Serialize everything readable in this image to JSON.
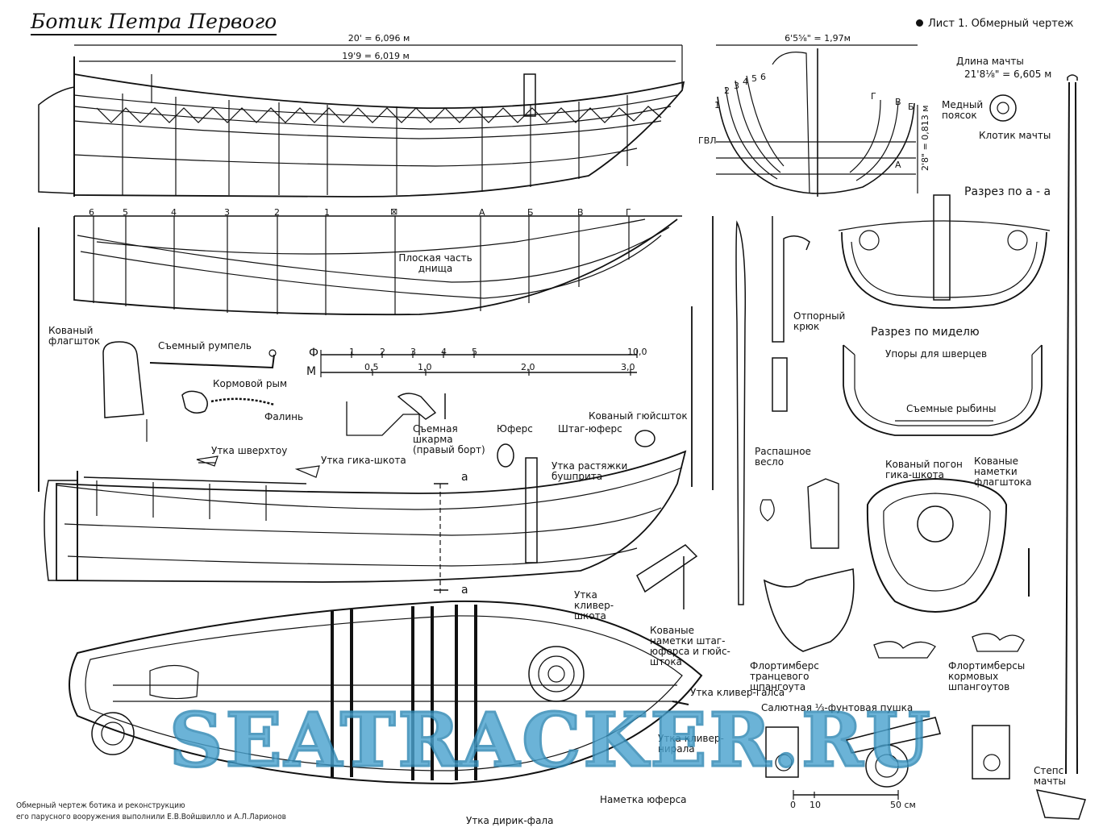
{
  "title": "Ботик Петра Первого",
  "sheet": "Лист 1. Обмерный чертеж",
  "dimensions": {
    "length_overall": "20' = 6,096 м",
    "length_waterline": "19'9 = 6,019 м",
    "beam": "6'5⅝\" = 1,97м",
    "depth": "2'8\" = 0,813 м",
    "mast_length_caption": "Длина мачты",
    "mast_length_value": "21'8⅛\" = 6,605 м",
    "gvl": "ГВЛ"
  },
  "station_marks": [
    "6",
    "5",
    "4",
    "3",
    "2",
    "1",
    "⊠",
    "А",
    "Б",
    "В",
    "Г"
  ],
  "body_plan_marks": [
    "1",
    "2",
    "3",
    "4",
    "5",
    "6",
    "Г",
    "В",
    "Б",
    "А"
  ],
  "scales": {
    "feet_label": "Ф",
    "meters_label": "М",
    "feet_ticks": [
      "1",
      "2",
      "3",
      "4",
      "5",
      "10,0"
    ],
    "meters_ticks": [
      "0,5",
      "1,0",
      "2,0",
      "3,0"
    ],
    "cm_ticks": [
      "0",
      "10",
      "50 см"
    ]
  },
  "labels": {
    "flat_bottom": "Плоская часть днища",
    "forged_flagstaff": "Кованый флагшток",
    "removable_tiller": "Съемный румпель",
    "stern_ring": "Кормовой рым",
    "painter": "Фалинь",
    "removable_thole": "Съемная шкарма (правый борт)",
    "deadeye": "Юферс",
    "stay_deadeye": "Штаг-юферс",
    "forged_jackstaff": "Кованый гюйсшток",
    "cleat_shvertou": "Утка шверхтоу",
    "cleat_boom_sheet": "Утка гика-шкота",
    "cleat_bowsprit_stay": "Утка растяжки бушприта",
    "section_aa": "Разрез по а - а",
    "section_mark": "а",
    "midship_section": "Разрез по миделю",
    "thwart_stops": "Упоры для шверцев",
    "removable_stringers": "Съемные рыбины",
    "boat_hook": "Отпорный крюк",
    "sweep_oar": "Распашное весло",
    "copper_band": "Медный поясок",
    "mast_truck": "Клотик мачты",
    "forged_boom_sheet_traveller": "Кованый погон гика-шкота",
    "forged_flagstaff_irons": "Кованые наметки флагштока",
    "cleat_jib_sheet": "Утка кливер-шкота",
    "forged_stay_irons": "Кованые наметки штаг-юферса и гюйс-штока",
    "transom_futtock": "Флортимберс транцевого шпангоута",
    "stern_futtocks": "Флортимберсы кормовых шпангоутов",
    "cleat_jib_tack": "Утка кливер-галса",
    "cleat_jib_downhaul": "Утка кливер-нирала",
    "deadeye_iron": "Наметка юферса",
    "cleat_peak_halyard": "Утка дирик-фала",
    "salute_gun": "Салютная ⅓-фунтовая пушка",
    "mast_step": "Степс мачты"
  },
  "credit": [
    "Обмерный чертеж ботика и реконструкцию",
    "его парусного вооружения выполнили Е.В.Войшвилло и А.Л.Ларионов"
  ],
  "watermark": "SEATRACKER.RU",
  "colors": {
    "ink": "#111111",
    "paper": "#ffffff",
    "watermark": "#4ba3cf"
  }
}
